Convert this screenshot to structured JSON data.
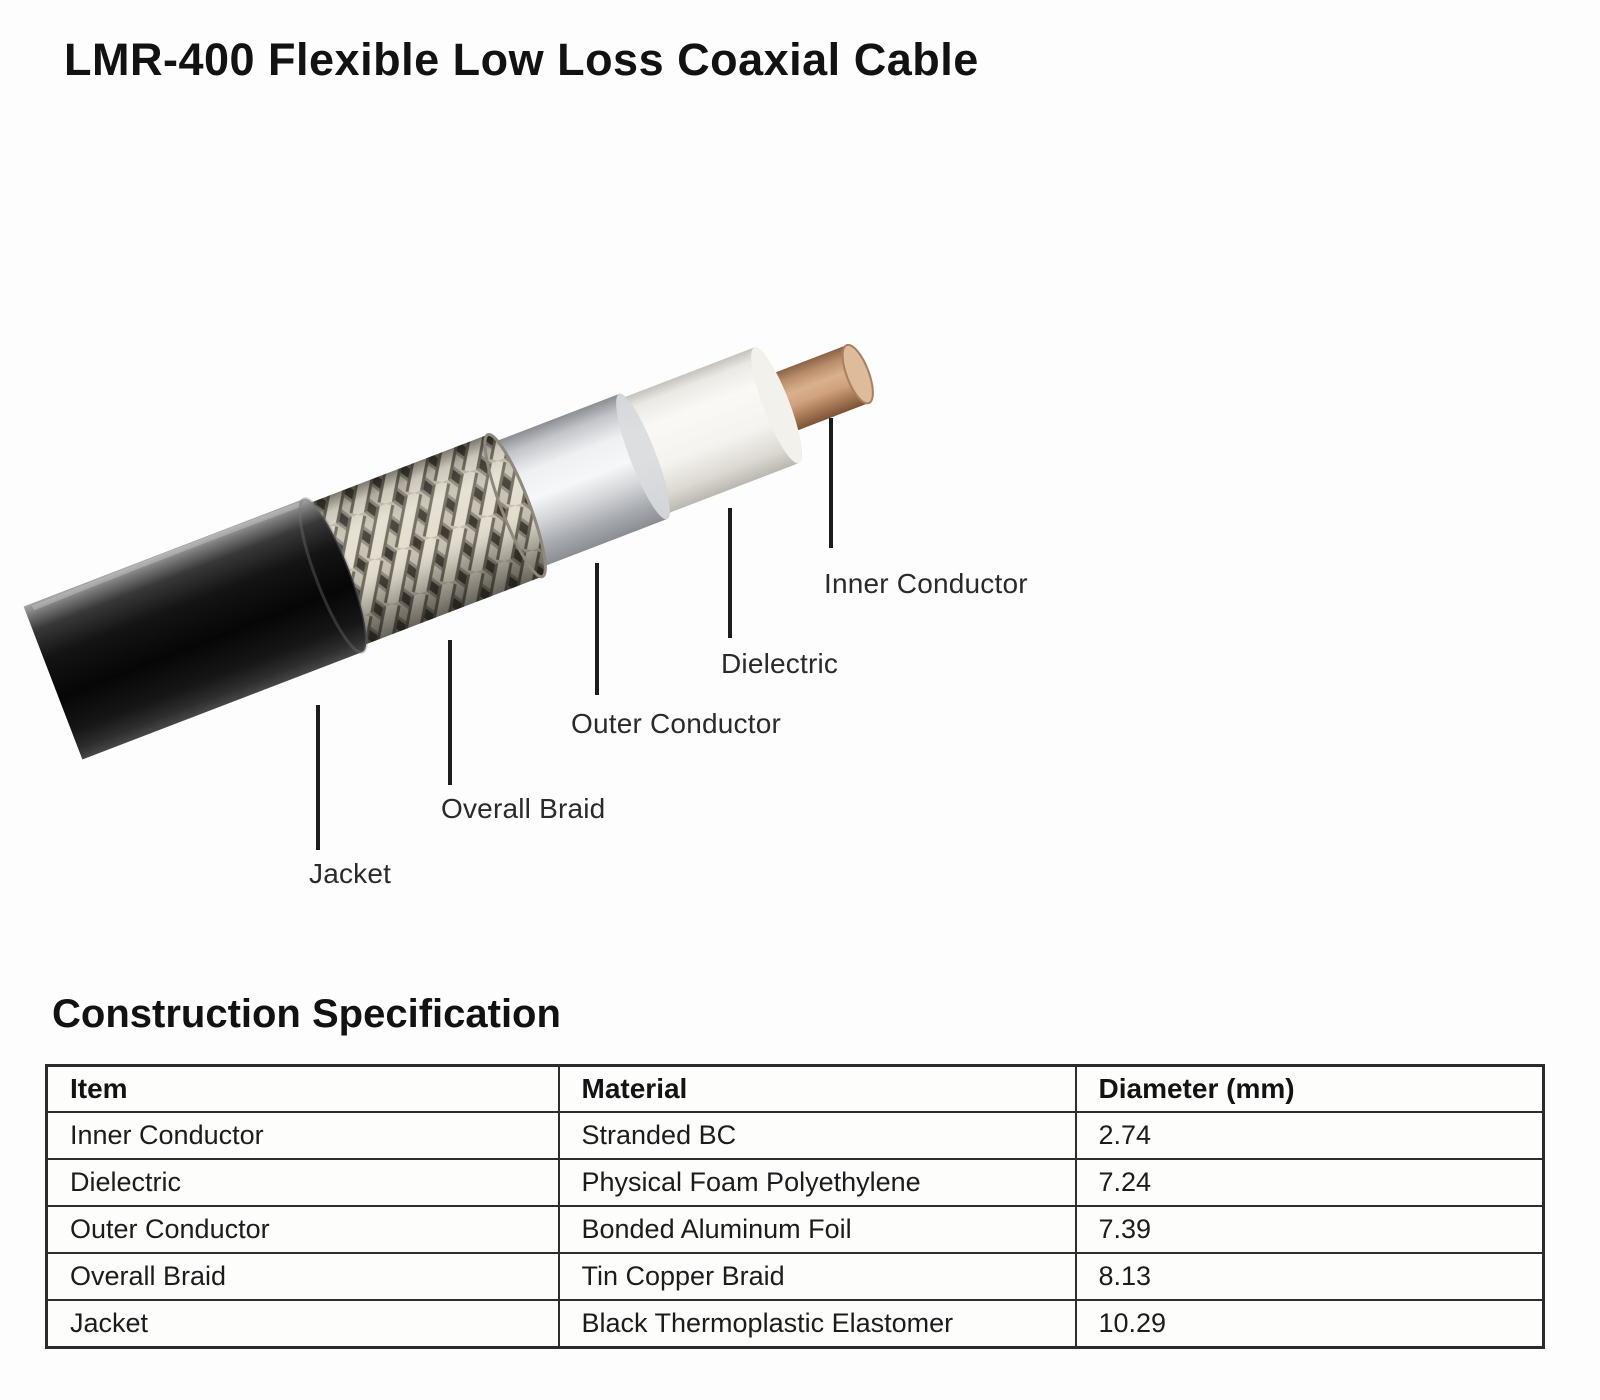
{
  "page": {
    "title": "LMR-400 Flexible Low Loss Coaxial Cable"
  },
  "diagram": {
    "labels": [
      {
        "id": "jacket",
        "text": "Jacket"
      },
      {
        "id": "overall-braid",
        "text": "Overall Braid"
      },
      {
        "id": "outer-conductor",
        "text": "Outer Conductor"
      },
      {
        "id": "dielectric",
        "text": "Dielectric"
      },
      {
        "id": "inner-conductor",
        "text": "Inner Conductor"
      }
    ],
    "layer_colors": {
      "jacket": "#0c0c0c",
      "braid": "#c6c0b1",
      "outer_conductor_foil": "#d2d4d7",
      "dielectric": "#f6f4f0",
      "inner_conductor_copper": "#cfa07b"
    }
  },
  "spec": {
    "heading": "Construction Specification",
    "table": {
      "headers": [
        "Item",
        "Material",
        "Diameter (mm)"
      ],
      "rows": [
        [
          "Inner Conductor",
          "Stranded BC",
          "2.74"
        ],
        [
          "Dielectric",
          "Physical Foam Polyethylene",
          "7.24"
        ],
        [
          "Outer Conductor",
          "Bonded Aluminum Foil",
          "7.39"
        ],
        [
          "Overall Braid",
          "Tin Copper Braid",
          "8.13"
        ],
        [
          "Jacket",
          "Black Thermoplastic Elastomer",
          "10.29"
        ]
      ]
    }
  }
}
